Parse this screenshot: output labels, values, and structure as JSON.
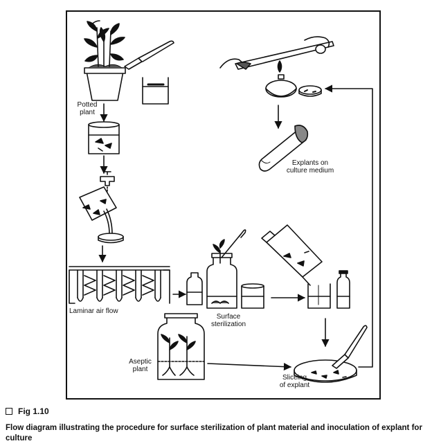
{
  "labels": {
    "potted_plant": "Potted\nplant",
    "laminar_air_flow": "Laminar air flow",
    "surface_sterilization": "Surface\nsterilization",
    "aseptic_plant": "Aseptic\nplant",
    "sliceing_of_explant": "Sliceing\nof explant",
    "explants_on_culture_medium": "Explants on\nculture medium"
  },
  "figure": {
    "number": "Fig 1.10",
    "caption": "Flow diagram illustrating the procedure for surface sterilization of plant material and inoculation of explant for culture"
  }
}
